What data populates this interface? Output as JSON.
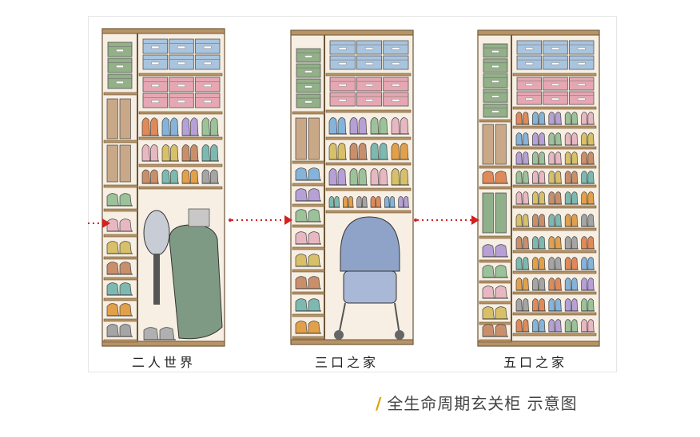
{
  "panels": {
    "p1": {
      "label": "二人世界"
    },
    "p2": {
      "label": "三口之家"
    },
    "p3": {
      "label": "五口之家"
    }
  },
  "caption": {
    "slash": "/",
    "text": "全生命周期玄关柜 示意图",
    "accent_color": "#e0a000"
  },
  "colors": {
    "wood": "#b89366",
    "frame_line": "#6b5535",
    "box_blue": "#a9c4de",
    "box_pink": "#e6a7b3",
    "box_green": "#93b089",
    "arrow_red": "#d42020"
  },
  "icons": [
    "shoe-box-icon",
    "shoe-pair-icon",
    "boot-icon",
    "golf-bag-icon",
    "tennis-racket-icon",
    "stroller-icon",
    "arrow-right-icon"
  ]
}
